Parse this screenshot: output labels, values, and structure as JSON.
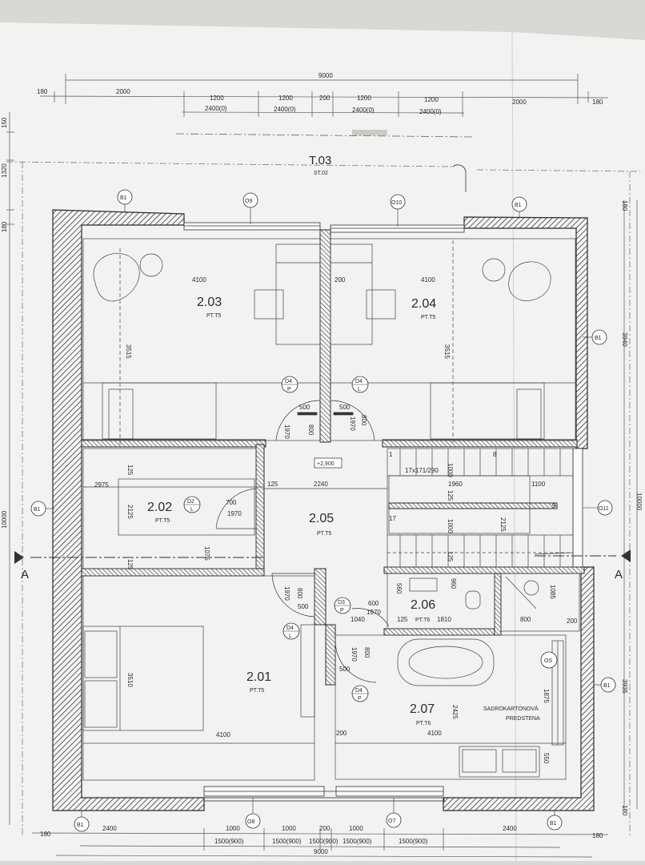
{
  "title": "T.03",
  "subtitle": "ST.02",
  "section_marker": "A",
  "height_mark": "+2,900",
  "stairs_spec": "17x171/290",
  "partition_note_1": "SADROKARTÓNOVÁ",
  "partition_note_2": "PREDSTENA",
  "rooms": [
    {
      "id": "2.03",
      "finish": "PT.T5"
    },
    {
      "id": "2.04",
      "finish": "PT.T5"
    },
    {
      "id": "2.02",
      "finish": "PT.T5"
    },
    {
      "id": "2.05",
      "finish": "PT.T5"
    },
    {
      "id": "2.06",
      "finish": "PT.T6"
    },
    {
      "id": "2.01",
      "finish": "PT.T5"
    },
    {
      "id": "2.07",
      "finish": "PT.T6"
    }
  ],
  "wall_tags": [
    "B1",
    "B1",
    "B1",
    "B1",
    "B1",
    "B1"
  ],
  "window_tags": [
    "O9",
    "O10",
    "O8",
    "O7",
    "O11",
    "OS"
  ],
  "door_tags": [
    {
      "code": "D4",
      "side": "P"
    },
    {
      "code": "D4",
      "side": "L"
    },
    {
      "code": "D2",
      "side": "L"
    },
    {
      "code": "D3",
      "side": "P"
    },
    {
      "code": "D4",
      "side": "L"
    },
    {
      "code": "D4",
      "side": "P"
    }
  ],
  "dims_top": [
    "9000",
    "180",
    "2000",
    "1200",
    "200",
    "1200",
    "1200",
    "2000",
    "180",
    "2400(0)",
    "2400(0)",
    "2400(0)",
    "1200"
  ],
  "dims_bottom": [
    "2400",
    "1000",
    "1000",
    "200",
    "1000",
    "2400",
    "180",
    "1500(900)",
    "1500(900)",
    "1500(900)",
    "1500(900)",
    "1500(900)",
    "9000"
  ],
  "dims_left": [
    "150",
    "1320",
    "180",
    "10000"
  ],
  "dims_right": [
    "180",
    "3940",
    "10000",
    "3935",
    "180"
  ],
  "dims_inner": {
    "w_4100": "4100",
    "w_200": "200",
    "h_3515": "3515",
    "d_500": "500",
    "d_800": "800",
    "d_1970": "1970",
    "w_2975": "2975",
    "w_2240": "2240",
    "d_125": "125",
    "w_2125": "2125",
    "w_700": "700",
    "w_1075": "1075",
    "w_1960": "1960",
    "w_1100": "1100",
    "w_1000": "1000",
    "w_9": "9",
    "w_17": "17",
    "w_1": "1",
    "w_8": "8",
    "w_560": "560",
    "w_960": "960",
    "w_600": "600",
    "w_1040": "1040",
    "w_1810": "1810",
    "w_1085": "1085",
    "h_3510": "3510",
    "h_2425": "2425",
    "h_1875": "1875",
    "w_550": "550"
  }
}
